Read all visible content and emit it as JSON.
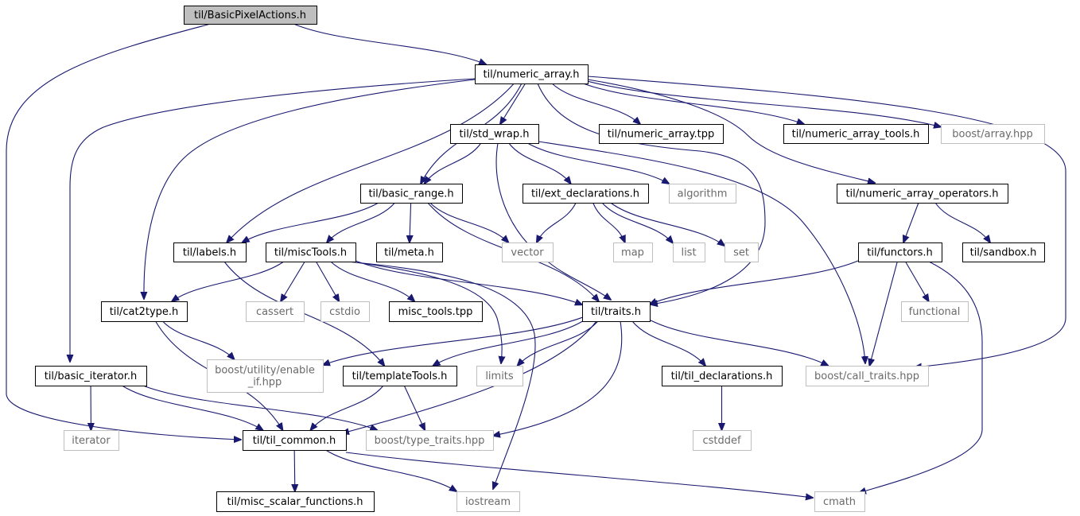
{
  "title": "til/BasicPixelActions.h",
  "colors": {
    "edge": "#191970",
    "root_fill": "#bfbfbf",
    "node_border": "#000000",
    "external_border": "#bfbfbf",
    "external_text": "#6a6a6a"
  },
  "nodes": [
    {
      "id": "root",
      "lines": [
        "til/BasicPixelActions.h"
      ],
      "kind": "root"
    },
    {
      "id": "numeric_array",
      "lines": [
        "til/numeric_array.h"
      ],
      "kind": "local"
    },
    {
      "id": "std_wrap",
      "lines": [
        "til/std_wrap.h"
      ],
      "kind": "local"
    },
    {
      "id": "numeric_array_tpp",
      "lines": [
        "til/numeric_array.tpp"
      ],
      "kind": "local"
    },
    {
      "id": "numeric_array_tools",
      "lines": [
        "til/numeric_array_tools.h"
      ],
      "kind": "local"
    },
    {
      "id": "boost_array",
      "lines": [
        "boost/array.hpp"
      ],
      "kind": "external"
    },
    {
      "id": "basic_range",
      "lines": [
        "til/basic_range.h"
      ],
      "kind": "local"
    },
    {
      "id": "ext_declarations",
      "lines": [
        "til/ext_declarations.h"
      ],
      "kind": "local"
    },
    {
      "id": "algorithm",
      "lines": [
        "algorithm"
      ],
      "kind": "external"
    },
    {
      "id": "numeric_array_operators",
      "lines": [
        "til/numeric_array_operators.h"
      ],
      "kind": "local"
    },
    {
      "id": "labels",
      "lines": [
        "til/labels.h"
      ],
      "kind": "local"
    },
    {
      "id": "miscTools",
      "lines": [
        "til/miscTools.h"
      ],
      "kind": "local"
    },
    {
      "id": "meta",
      "lines": [
        "til/meta.h"
      ],
      "kind": "local"
    },
    {
      "id": "vector",
      "lines": [
        "vector"
      ],
      "kind": "external"
    },
    {
      "id": "map",
      "lines": [
        "map"
      ],
      "kind": "external"
    },
    {
      "id": "list",
      "lines": [
        "list"
      ],
      "kind": "external"
    },
    {
      "id": "set",
      "lines": [
        "set"
      ],
      "kind": "external"
    },
    {
      "id": "functors",
      "lines": [
        "til/functors.h"
      ],
      "kind": "local"
    },
    {
      "id": "sandbox",
      "lines": [
        "til/sandbox.h"
      ],
      "kind": "local"
    },
    {
      "id": "cat2type",
      "lines": [
        "til/cat2type.h"
      ],
      "kind": "local"
    },
    {
      "id": "cassert",
      "lines": [
        "cassert"
      ],
      "kind": "external"
    },
    {
      "id": "cstdio",
      "lines": [
        "cstdio"
      ],
      "kind": "external"
    },
    {
      "id": "misc_tools_tpp",
      "lines": [
        "misc_tools.tpp"
      ],
      "kind": "local"
    },
    {
      "id": "traits",
      "lines": [
        "til/traits.h"
      ],
      "kind": "local"
    },
    {
      "id": "functional",
      "lines": [
        "functional"
      ],
      "kind": "external"
    },
    {
      "id": "basic_iterator",
      "lines": [
        "til/basic_iterator.h"
      ],
      "kind": "local"
    },
    {
      "id": "enable_if",
      "lines": [
        "boost/utility/enable",
        "_if.hpp"
      ],
      "kind": "external"
    },
    {
      "id": "templateTools",
      "lines": [
        "til/templateTools.h"
      ],
      "kind": "local"
    },
    {
      "id": "limits",
      "lines": [
        "limits"
      ],
      "kind": "external"
    },
    {
      "id": "til_declarations",
      "lines": [
        "til/til_declarations.h"
      ],
      "kind": "local"
    },
    {
      "id": "call_traits",
      "lines": [
        "boost/call_traits.hpp"
      ],
      "kind": "external"
    },
    {
      "id": "iterator",
      "lines": [
        "iterator"
      ],
      "kind": "external"
    },
    {
      "id": "til_common",
      "lines": [
        "til/til_common.h"
      ],
      "kind": "local"
    },
    {
      "id": "type_traits",
      "lines": [
        "boost/type_traits.hpp"
      ],
      "kind": "external"
    },
    {
      "id": "cstddef",
      "lines": [
        "cstddef"
      ],
      "kind": "external"
    },
    {
      "id": "misc_scalar",
      "lines": [
        "til/misc_scalar_functions.h"
      ],
      "kind": "local"
    },
    {
      "id": "iostream",
      "lines": [
        "iostream"
      ],
      "kind": "external"
    },
    {
      "id": "cmath",
      "lines": [
        "cmath"
      ],
      "kind": "external"
    }
  ],
  "edges": [
    [
      "root",
      "numeric_array"
    ],
    [
      "root",
      "til_common"
    ],
    [
      "numeric_array",
      "std_wrap"
    ],
    [
      "numeric_array",
      "numeric_array_tpp"
    ],
    [
      "numeric_array",
      "numeric_array_tools"
    ],
    [
      "numeric_array",
      "boost_array"
    ],
    [
      "numeric_array",
      "basic_range"
    ],
    [
      "numeric_array",
      "numeric_array_operators"
    ],
    [
      "numeric_array",
      "labels"
    ],
    [
      "numeric_array",
      "cat2type"
    ],
    [
      "numeric_array",
      "basic_iterator"
    ],
    [
      "numeric_array",
      "traits"
    ],
    [
      "numeric_array",
      "call_traits"
    ],
    [
      "std_wrap",
      "basic_range"
    ],
    [
      "std_wrap",
      "ext_declarations"
    ],
    [
      "std_wrap",
      "algorithm"
    ],
    [
      "std_wrap",
      "traits"
    ],
    [
      "std_wrap",
      "call_traits"
    ],
    [
      "basic_range",
      "labels"
    ],
    [
      "basic_range",
      "miscTools"
    ],
    [
      "basic_range",
      "meta"
    ],
    [
      "basic_range",
      "vector"
    ],
    [
      "basic_range",
      "traits"
    ],
    [
      "ext_declarations",
      "vector"
    ],
    [
      "ext_declarations",
      "map"
    ],
    [
      "ext_declarations",
      "list"
    ],
    [
      "ext_declarations",
      "set"
    ],
    [
      "numeric_array_operators",
      "functors"
    ],
    [
      "numeric_array_operators",
      "sandbox"
    ],
    [
      "labels",
      "templateTools"
    ],
    [
      "miscTools",
      "cat2type"
    ],
    [
      "miscTools",
      "cassert"
    ],
    [
      "miscTools",
      "cstdio"
    ],
    [
      "miscTools",
      "misc_tools_tpp"
    ],
    [
      "miscTools",
      "traits"
    ],
    [
      "miscTools",
      "limits"
    ],
    [
      "miscTools",
      "iostream"
    ],
    [
      "functors",
      "traits"
    ],
    [
      "functors",
      "functional"
    ],
    [
      "functors",
      "call_traits"
    ],
    [
      "functors",
      "cmath"
    ],
    [
      "cat2type",
      "enable_if"
    ],
    [
      "cat2type",
      "til_common"
    ],
    [
      "traits",
      "enable_if"
    ],
    [
      "traits",
      "templateTools"
    ],
    [
      "traits",
      "limits"
    ],
    [
      "traits",
      "til_declarations"
    ],
    [
      "traits",
      "call_traits"
    ],
    [
      "traits",
      "til_common"
    ],
    [
      "traits",
      "type_traits"
    ],
    [
      "basic_iterator",
      "iterator"
    ],
    [
      "basic_iterator",
      "til_common"
    ],
    [
      "basic_iterator",
      "type_traits"
    ],
    [
      "templateTools",
      "til_common"
    ],
    [
      "templateTools",
      "type_traits"
    ],
    [
      "til_declarations",
      "cstddef"
    ],
    [
      "til_common",
      "misc_scalar"
    ],
    [
      "til_common",
      "iostream"
    ],
    [
      "til_common",
      "cmath"
    ]
  ]
}
